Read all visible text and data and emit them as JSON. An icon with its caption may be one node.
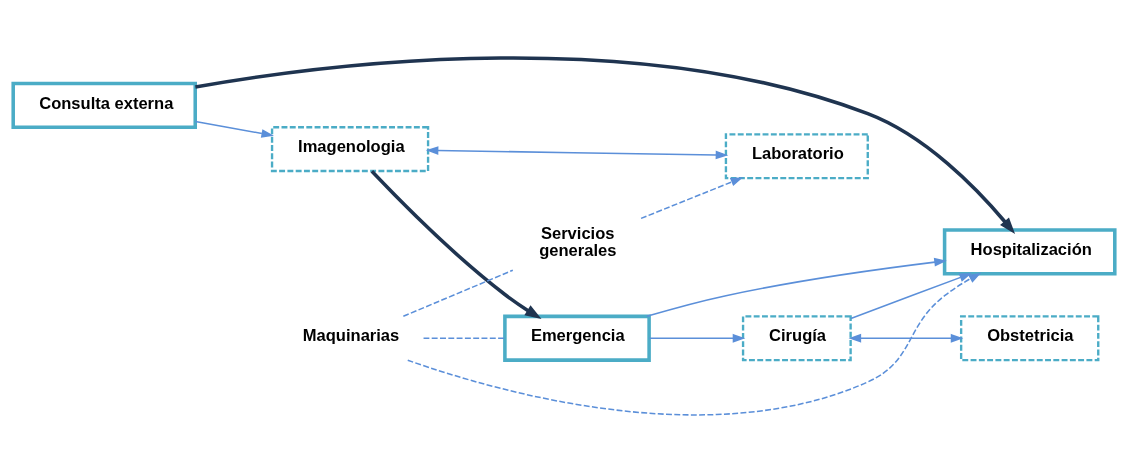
{
  "diagram": {
    "nodes": [
      {
        "text": [
          "Hospitalización"
        ]
      },
      {
        "text": [
          "Emergencia"
        ]
      },
      {
        "text": [
          "Cirugía"
        ]
      },
      {
        "text": [
          "Consulta externa"
        ]
      },
      {
        "text": [
          "Obstetricia"
        ]
      },
      {
        "text": [
          "Imagenologia"
        ]
      },
      {
        "text": [
          "Laboratorio"
        ]
      },
      {
        "text": [
          "Maquinarias"
        ]
      },
      {
        "text": [
          "Servicios generales"
        ]
      }
    ],
    "edges": [
      {
        "from": 1,
        "to": 0,
        "arrow": "to"
      },
      {
        "from": 3,
        "to": 0,
        "arrow": "to",
        "style": "thick",
        "color": "#1f3450"
      },
      {
        "from": 1,
        "to": 2,
        "arrow": "to"
      },
      {
        "from": 2,
        "to": 0,
        "arrow": "to"
      },
      {
        "from": 2,
        "to": 4,
        "arrow": "both"
      },
      {
        "from": 3,
        "to": 5,
        "arrow": "to"
      },
      {
        "from": 5,
        "to": 1,
        "arrow": "to",
        "style": "thick",
        "color": "#1f3450"
      },
      {
        "from": 5,
        "to": 6,
        "arrow": "both"
      },
      {
        "from": 7,
        "to": 0,
        "arrow": "to",
        "style": "dashed"
      },
      {
        "from": 7,
        "to": 1,
        "arrow": "none",
        "style": "dashed"
      },
      {
        "from": 7,
        "to": 8,
        "arrow": "none",
        "style": "dashed"
      },
      {
        "from": 8,
        "to": 6,
        "arrow": "to",
        "style": "dashed"
      }
    ]
  }
}
